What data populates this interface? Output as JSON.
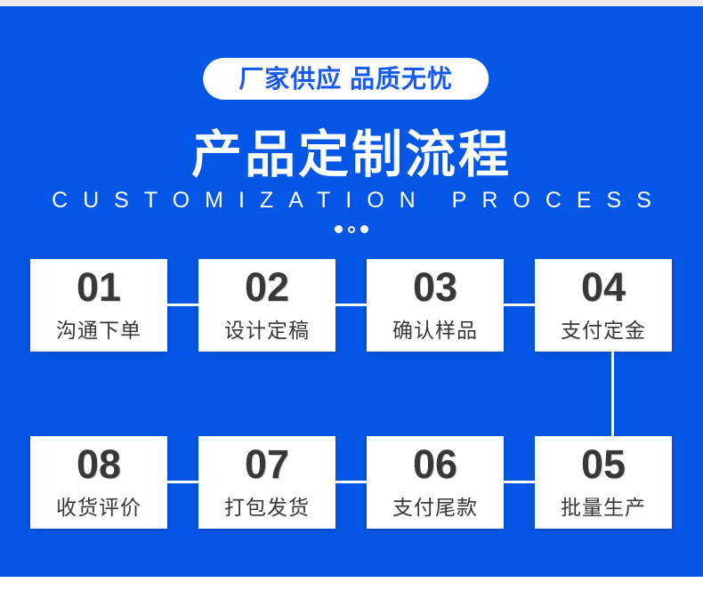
{
  "badge": {
    "text": "厂家供应  品质无忧"
  },
  "header": {
    "title": "产品定制流程",
    "subtitle": "CUSTOMIZATION  PROCESS"
  },
  "steps": [
    {
      "number": "01",
      "label": "沟通下单"
    },
    {
      "number": "02",
      "label": "设计定稿"
    },
    {
      "number": "03",
      "label": "确认样品"
    },
    {
      "number": "04",
      "label": "支付定金"
    },
    {
      "number": "05",
      "label": "批量生产"
    },
    {
      "number": "06",
      "label": "支付尾款"
    },
    {
      "number": "07",
      "label": "打包发货"
    },
    {
      "number": "08",
      "label": "收货评价"
    }
  ],
  "colors": {
    "background_blue": "#0457e6",
    "badge_text_blue": "#1559ee",
    "card_text": "#383838",
    "card_background": "#ffffff",
    "top_strip": "#ececec"
  }
}
